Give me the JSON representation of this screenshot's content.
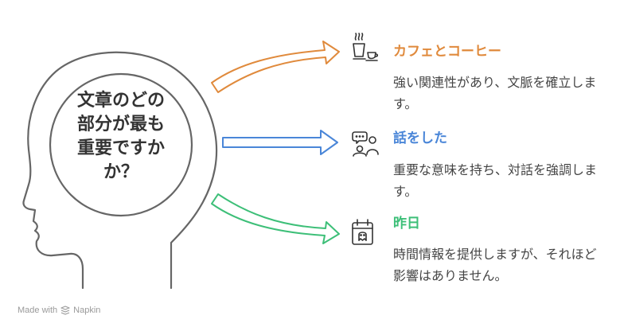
{
  "question": {
    "lines": [
      "文章のどの",
      "部分が最も",
      "重要ですか",
      "か？"
    ]
  },
  "items": [
    {
      "title": "カフェとコーヒー",
      "description": "強い関連性があり、文脈を確立します。",
      "icon": "coffee-cup-icon",
      "color": "#e08a3c"
    },
    {
      "title": "話をした",
      "description": "重要な意味を持ち、対話を強調します。",
      "icon": "people-talking-icon",
      "color": "#4a86d8"
    },
    {
      "title": "昨日",
      "description": "時間情報を提供しますが、それほど影響はありません。",
      "icon": "calendar-icon",
      "color": "#3dbf78"
    }
  ],
  "footer": {
    "made_with": "Made with",
    "brand": "Napkin"
  },
  "colors": {
    "head_outline": "#666666",
    "text_dark": "#333333",
    "text_body": "#444444"
  }
}
